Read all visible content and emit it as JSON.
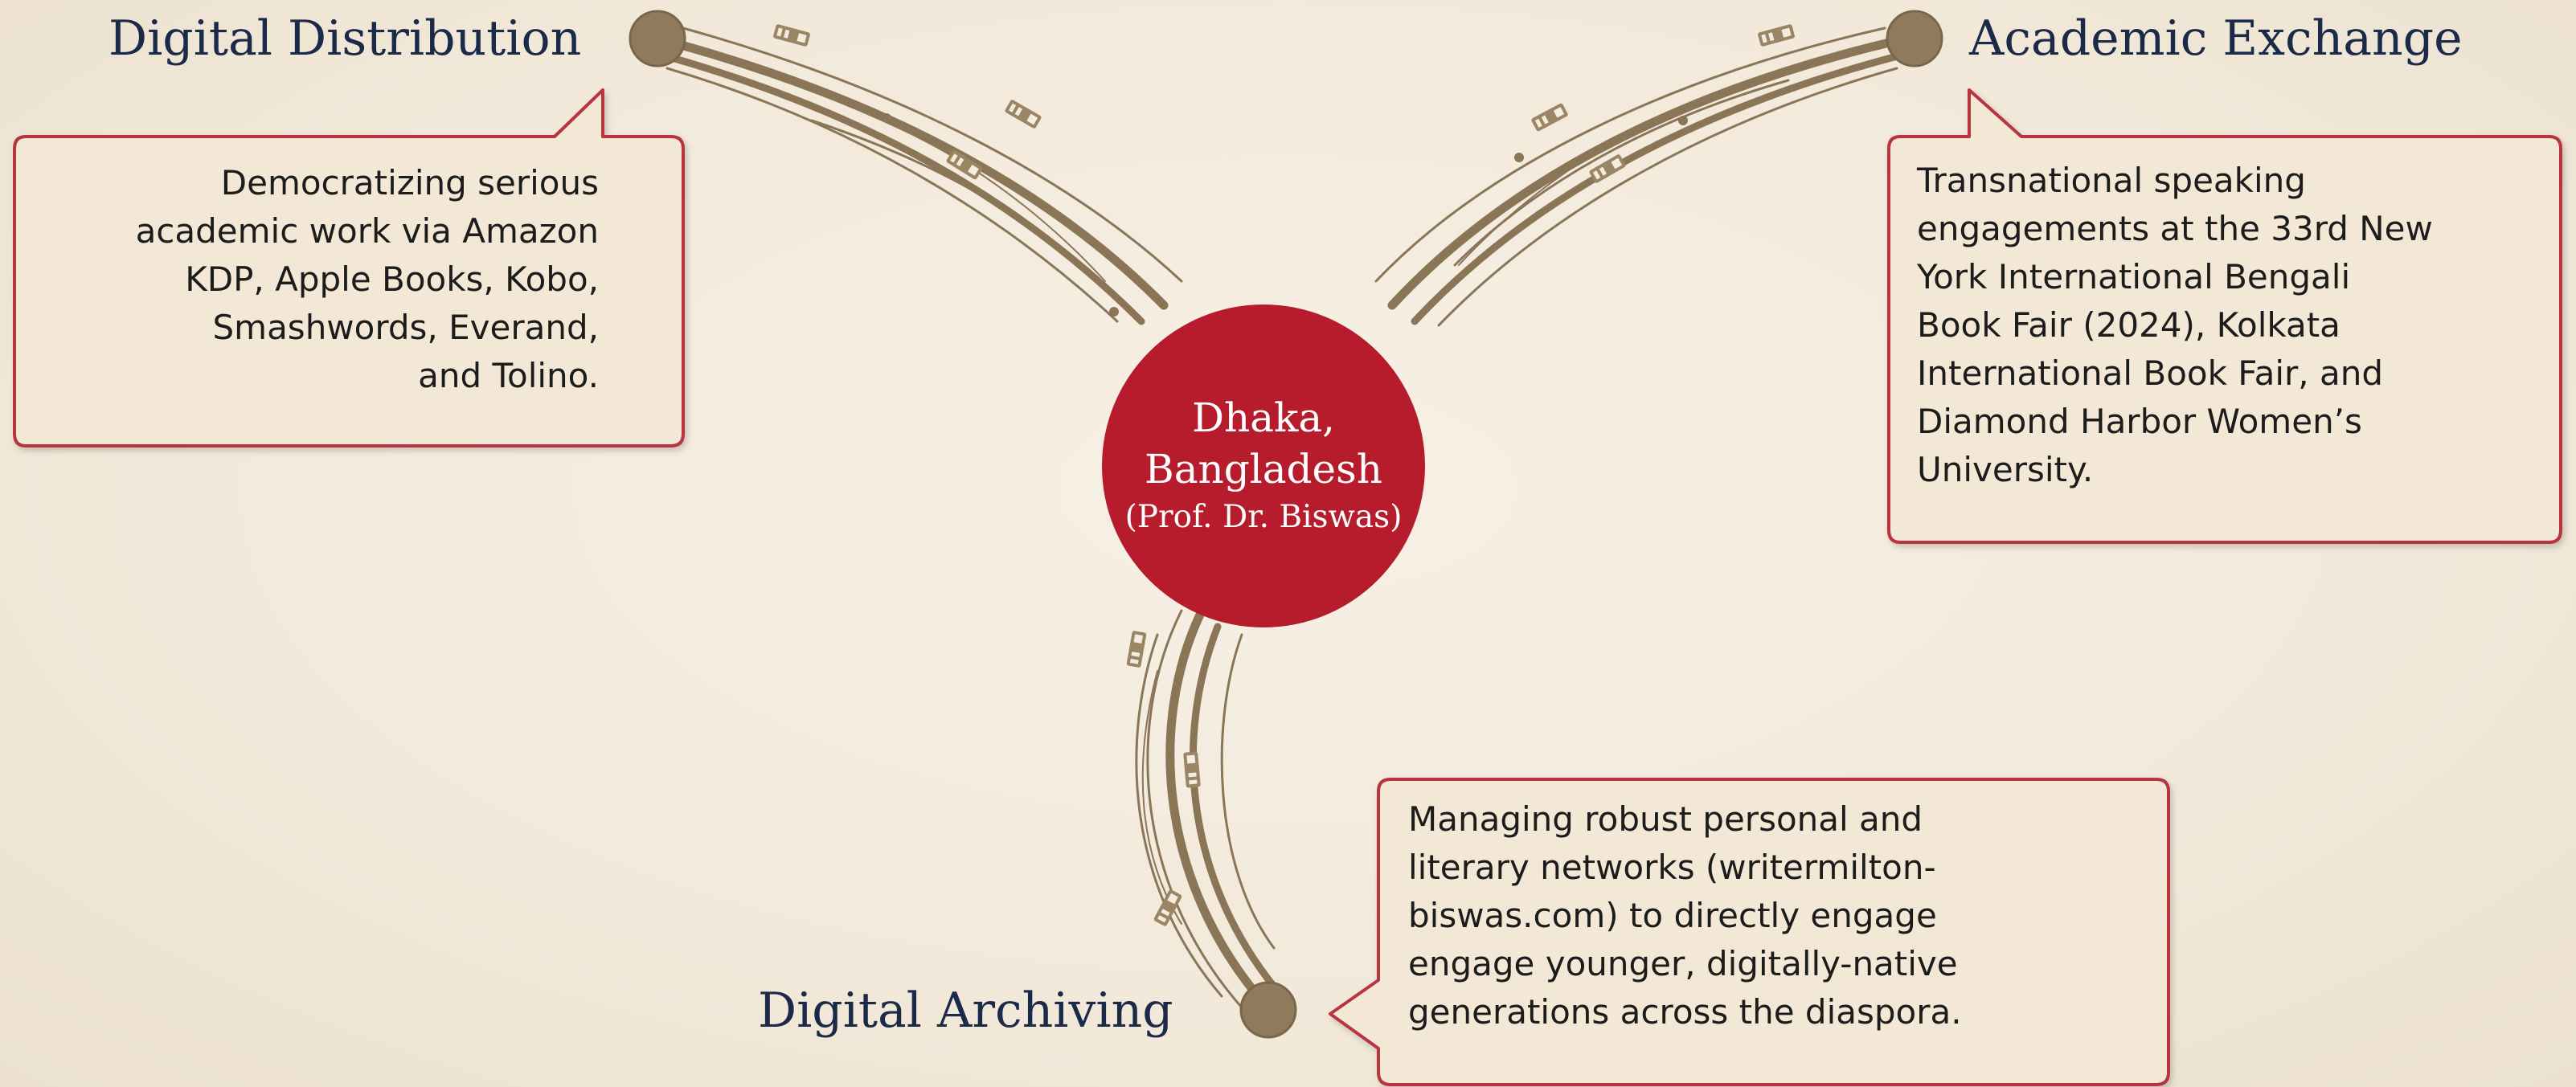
{
  "hub": {
    "line1": "Dhaka,",
    "line2": "Bangladesh",
    "line3": "(Prof. Dr. Biswas)"
  },
  "branches": [
    {
      "title": "Digital Distribution",
      "text": [
        "Democratizing serious",
        "academic work via Amazon",
        "KDP, Apple Books, Kobo,",
        "Smashwords, Everand,",
        "and Tolino."
      ]
    },
    {
      "title": "Academic Exchange",
      "text": [
        "Transnational speaking",
        "engagements at the 33rd New",
        "York International Bengali",
        "Book Fair (2024), Kolkata",
        "International Book Fair, and",
        "Diamond Harbor Women’s",
        "University."
      ]
    },
    {
      "title": "Digital Archiving",
      "text": [
        "Managing robust personal and",
        "literary networks (writermilton-",
        "biswas.com) to directly engage",
        "engage younger, digitally-native",
        "generations across the diaspora."
      ]
    }
  ],
  "colors": {
    "background": "#f4ecdf",
    "hub": "#b71c2c",
    "connector": "#8a7657",
    "node": "#8f7a5c",
    "callout_border": "#b8343f",
    "callout_fill": "#f3e8d6",
    "heading": "#1b2a48"
  }
}
